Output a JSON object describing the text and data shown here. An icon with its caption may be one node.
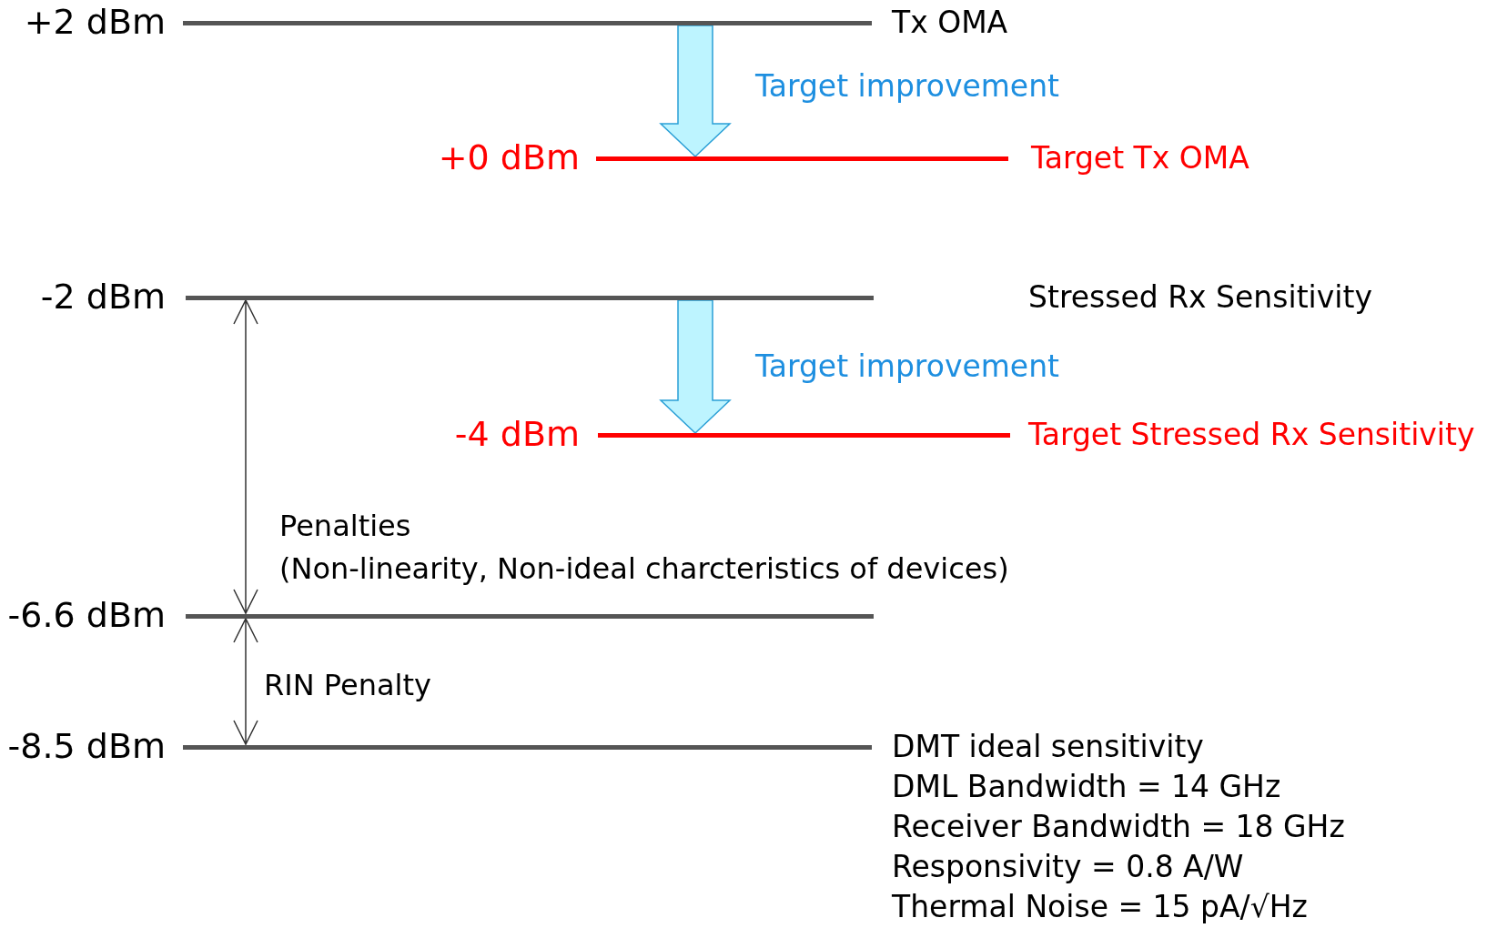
{
  "diagram": {
    "nodes": [
      {
        "text": [],
        "shape": "bar",
        "beside": [
          "+2 dBm",
          "Tx OMA"
        ]
      },
      {
        "text": [],
        "shape": "bar",
        "beside": [
          "+0 dBm",
          "Target Tx OMA"
        ]
      },
      {
        "text": [],
        "shape": "bar",
        "beside": [
          "-2 dBm"
        ]
      },
      {
        "text": [],
        "shape": "bar",
        "beside": [
          "-4 dBm",
          "Target Stressed Rx Sensitivity"
        ]
      },
      {
        "text": [],
        "shape": "bar",
        "beside": [
          "-6.6 dBm"
        ]
      },
      {
        "text": [],
        "shape": "bar",
        "beside": [
          "-8.5 dBm",
          "DMT ideal sensitivity",
          "DML Bandwidth = 14 GHz",
          "Receiver Bandwidth = 18 GHz",
          "Responsivity = 0.8 A/W",
          "Thermal Noise = 15 pA/√Hz"
        ]
      }
    ],
    "edges": [
      {
        "from": 0,
        "to": 1,
        "arrow": "to",
        "label": "Target improvement"
      },
      {
        "from": 2,
        "to": 3,
        "arrow": "to",
        "label": "Target improvement"
      },
      {
        "from": 2,
        "to": 4,
        "arrow": "both"
      },
      {
        "from": 4,
        "to": 5,
        "arrow": "both"
      }
    ],
    "labels": [
      "Stressed Rx Sensitivity",
      "Penalties",
      "(Non-linearity, Non-ideal charcteristics of devices)",
      "RIN Penalty"
    ]
  }
}
